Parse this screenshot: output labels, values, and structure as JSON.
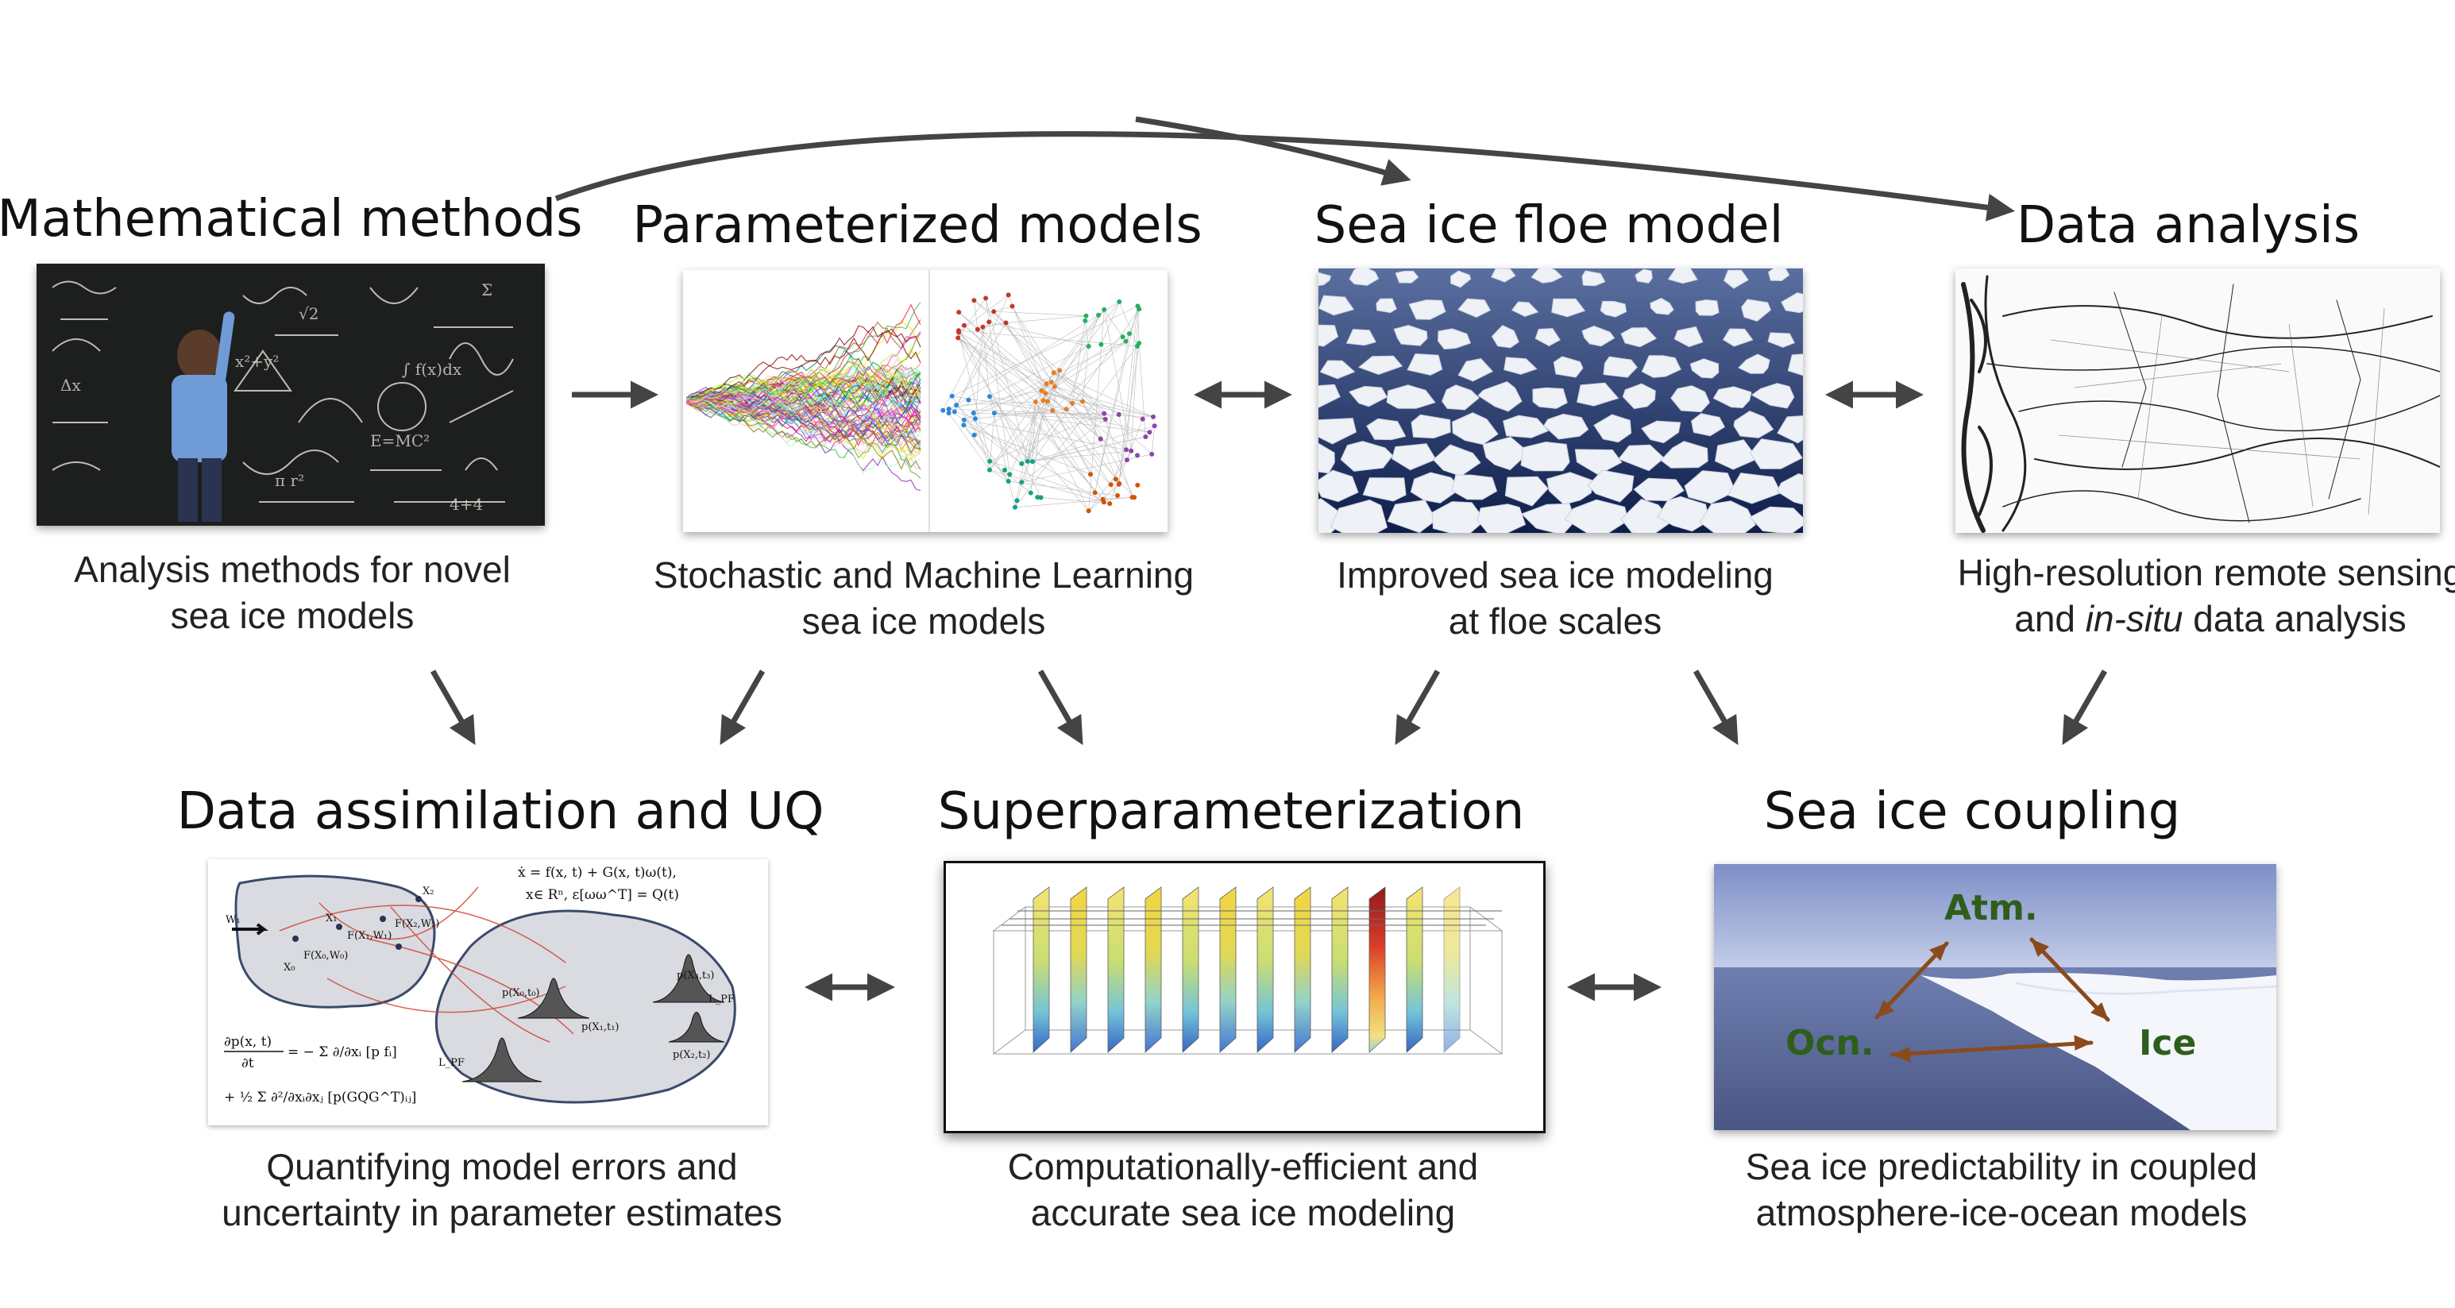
{
  "top_row": [
    {
      "title": "Mathematical methods",
      "caption_line1": "Analysis methods for novel",
      "caption_line2": "sea ice models",
      "image": "child-at-blackboard-image"
    },
    {
      "title": "Parameterized models",
      "caption_line1": "Stochastic and Machine Learning",
      "caption_line2": "sea ice models",
      "image": "stochastic-paths-and-network-image"
    },
    {
      "title": "Sea ice floe model",
      "caption_line1": "Improved sea ice modeling",
      "caption_line2": "at floe scales",
      "image": "sea-ice-floes-photo"
    },
    {
      "title": "Data analysis",
      "caption_line1": "High-resolution remote sensing",
      "caption_line2_pre": "and ",
      "caption_line2_italic": "in-situ",
      "caption_line2_post": " data analysis",
      "image": "sea-ice-satellite-image"
    }
  ],
  "bottom_row": [
    {
      "title": "Data assimilation and UQ",
      "caption_line1": "Quantifying model errors and",
      "caption_line2": "uncertainty in parameter estimates",
      "image": "data-assimilation-schematic"
    },
    {
      "title": "Superparameterization",
      "caption_line1": "Computationally-efficient and",
      "caption_line2": "accurate sea ice modeling",
      "image": "superparameterization-slices-plot"
    },
    {
      "title": "Sea ice coupling",
      "caption_line1": "Sea ice predictability in coupled",
      "caption_line2": "atmosphere-ice-ocean models",
      "image": "coupling-photo"
    }
  ],
  "coupling_labels": {
    "atm": "Atm.",
    "ocn": "Ocn.",
    "ice": "Ice"
  },
  "da_equations": {
    "eq1": "ẋ = f(x, t) + G(x, t)ω(t),",
    "eq2": "x∈ Rⁿ, ε[ωω^T] = Q(t)",
    "eq3a": "∂p(x, t)",
    "eq3b": "∂t",
    "eq3c": "= − Σ ∂/∂xᵢ [p fᵢ]",
    "eq4": "+ ½ Σ ∂²/∂xᵢ∂xⱼ [p(GQG^T)ᵢⱼ]",
    "w1": "W₁",
    "nodes": [
      "F(X₀,W₀)",
      "F(X₁,W₁)",
      "F(X₂,W₂)",
      "X₀",
      "X₁",
      "X₂",
      "p(X₀,t₀)",
      "p(X₁,t₁)",
      "p(X₂,t₂)",
      "p(X₃,t₃)"
    ],
    "lpf": "L_PF"
  },
  "colors": {
    "arrow": "#444444",
    "coupling_text": "#2e5e1c",
    "coupling_arrow": "#8a4a1c",
    "text": "#111111"
  }
}
